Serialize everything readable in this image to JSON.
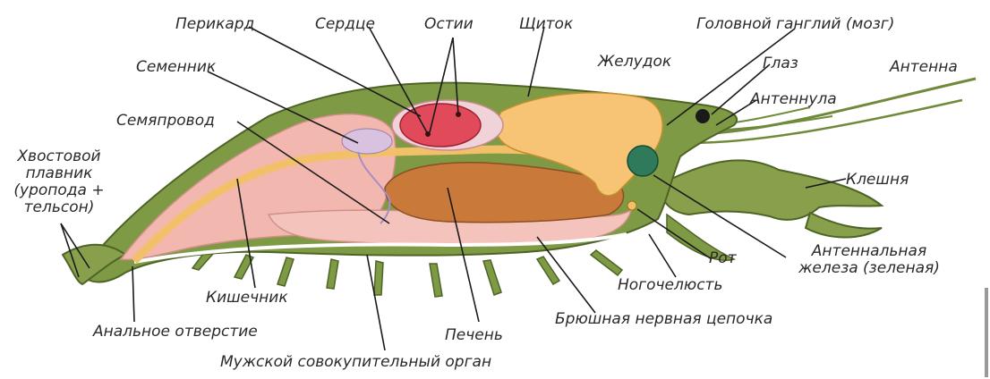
{
  "labels": {
    "pericard": "Перикард",
    "heart": "Сердце",
    "ostia": "Остии",
    "shield": "Щиток",
    "head_ganglion": "Головной ганглий (мозг)",
    "testis": "Семенник",
    "stomach": "Желудок",
    "eye": "Глаз",
    "antenna": "Антенна",
    "antennula": "Антеннула",
    "vas_deferens": "Семяпровод",
    "tail_fin": "Хвостовой плавник (уропода + тельсон)",
    "claw": "Клешня",
    "mouth": "Рот",
    "antennal_gland": "Антеннальная железа (зеленая)",
    "maxilliped": "Ногочелюсть",
    "intestine": "Кишечник",
    "anus": "Анальное отверстие",
    "liver": "Печень",
    "ventral_nerve_cord": "Брюшная нервная цепочка",
    "male_organ": "Мужской совокупительный орган"
  },
  "colors": {
    "carapace": "#6f8a3a",
    "shell_light": "#9bb35a",
    "muscle": "#f2b8b0",
    "stomach": "#f6c474",
    "liver": "#c9793a",
    "heart": "#e04a5a",
    "gland": "#2e7a5a"
  }
}
